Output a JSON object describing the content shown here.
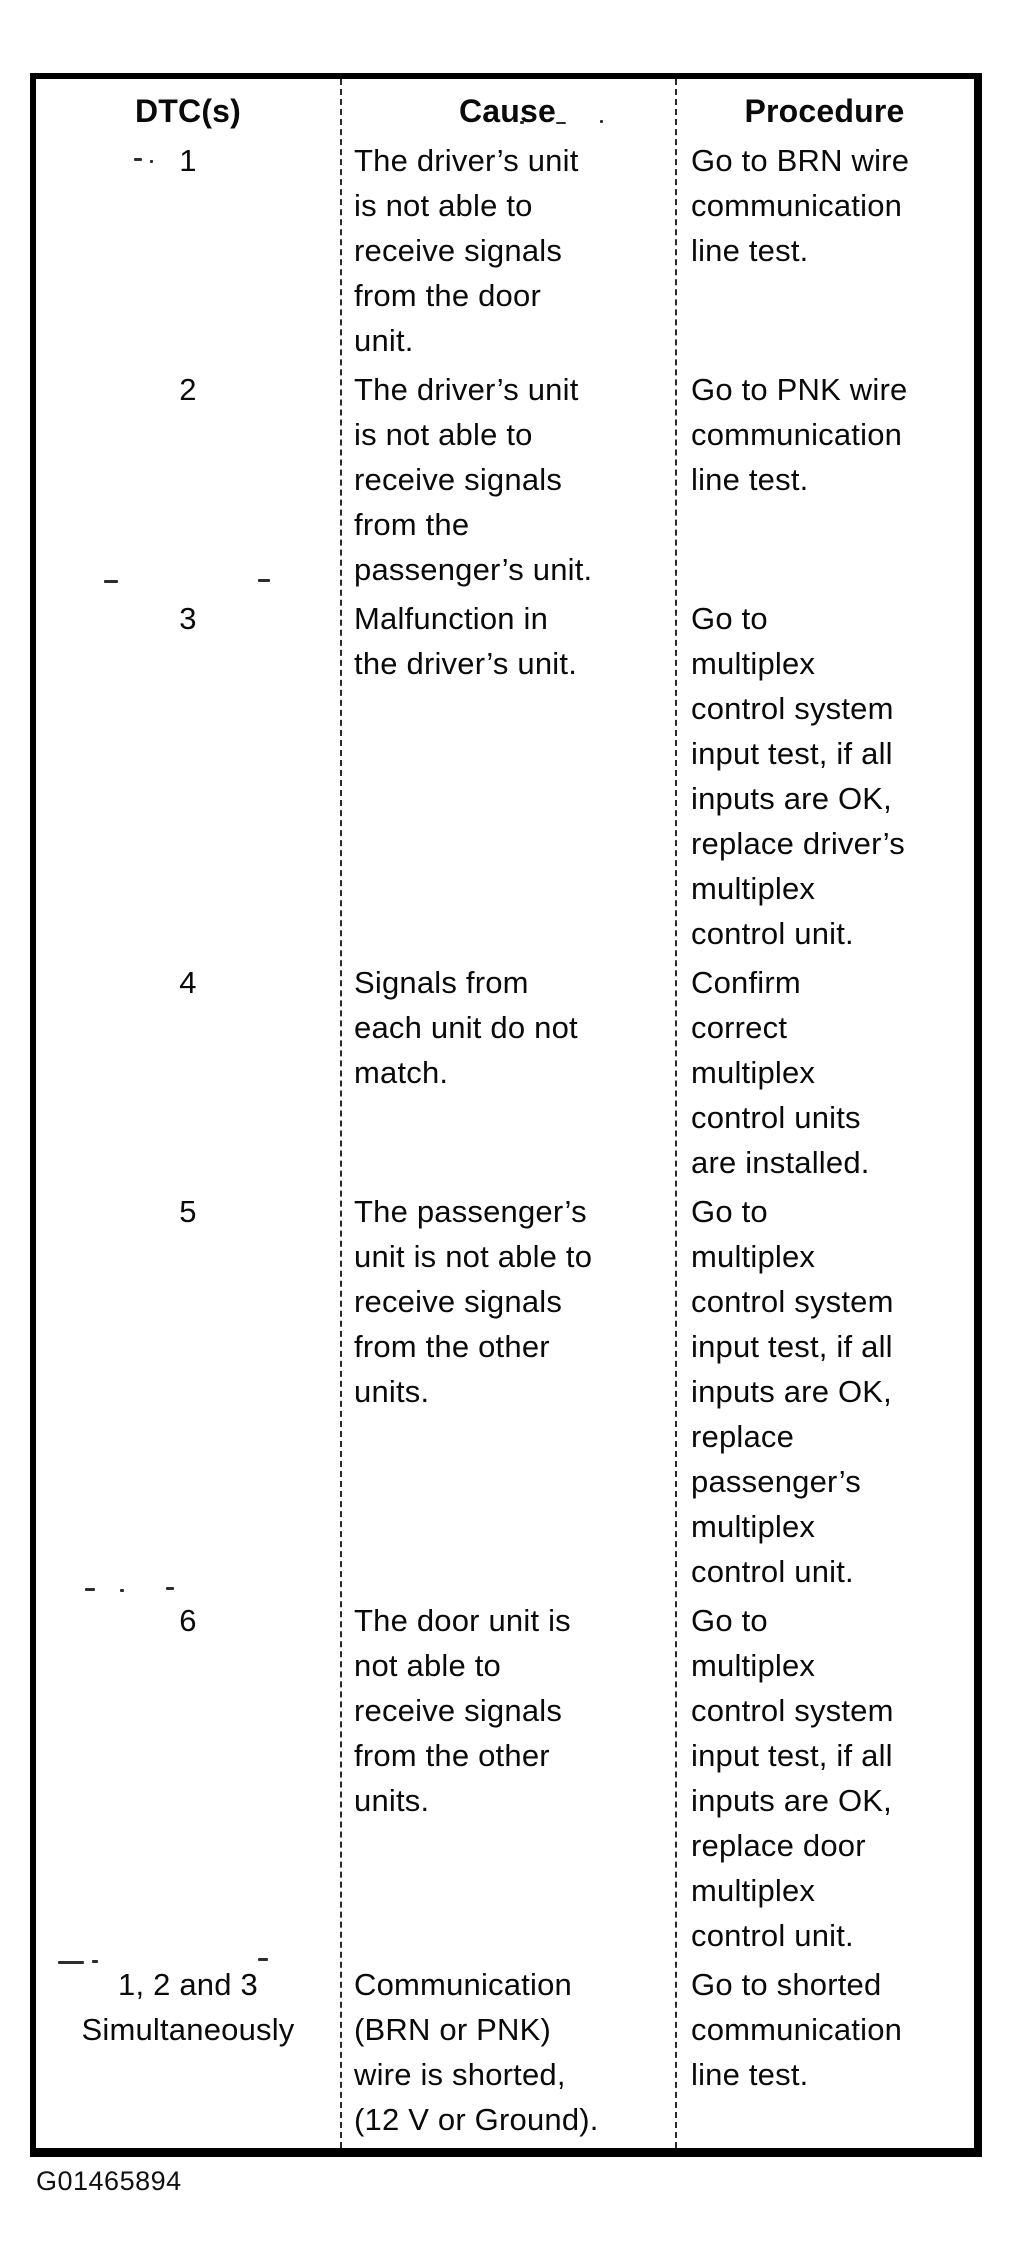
{
  "document": {
    "figure_id": "G01465894"
  },
  "table": {
    "headers": [
      "DTC(s)",
      "Cause",
      "Procedure"
    ],
    "rows": [
      {
        "dtc": "1",
        "cause": "The driver’s unit\nis not able to\nreceive signals\nfrom the door\nunit.",
        "procedure": "Go to BRN wire\ncommunication\nline test."
      },
      {
        "dtc": "2",
        "cause": "The driver’s unit\nis not able to\nreceive signals\nfrom the\npassenger’s unit.",
        "procedure": "Go to PNK wire\ncommunication\nline test."
      },
      {
        "dtc": "3",
        "cause": "Malfunction in\nthe driver’s unit.",
        "procedure": "Go to\nmultiplex\ncontrol system\ninput test, if all\ninputs are OK,\nreplace driver’s\nmultiplex\ncontrol unit."
      },
      {
        "dtc": "4",
        "cause": "Signals from\neach unit do not\nmatch.",
        "procedure": "Confirm\ncorrect\nmultiplex\ncontrol units\nare installed."
      },
      {
        "dtc": "5",
        "cause": "The passenger’s\nunit is not able to\nreceive signals\nfrom the other\nunits.",
        "procedure": "Go to\nmultiplex\ncontrol system\ninput test, if all\ninputs are OK,\nreplace\npassenger’s\nmultiplex\ncontrol unit."
      },
      {
        "dtc": "6",
        "cause": "The door unit is\nnot able to\nreceive signals\nfrom the other\nunits.",
        "procedure": "Go to\nmultiplex\ncontrol system\ninput test, if all\ninputs are OK,\nreplace door\nmultiplex\ncontrol unit."
      },
      {
        "dtc": "1, 2 and 3\nSimultaneously",
        "cause": "Communication\n(BRN or PNK)\nwire is shorted,\n(12 V or Ground).",
        "procedure": "Go to shorted\ncommunication\nline test."
      }
    ]
  }
}
